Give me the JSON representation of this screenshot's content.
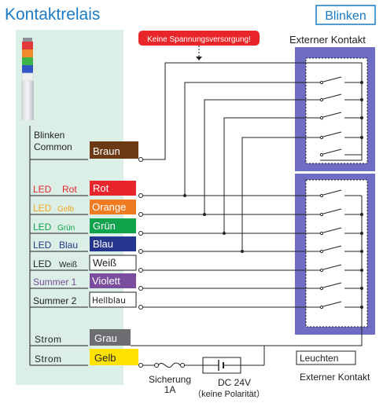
{
  "title": "Kontaktrelais",
  "mode_box": "Blinken",
  "warning": "Keine Spannungsversorgung!",
  "external_contact_top": "Externer Kontakt",
  "external_contact_bottom": "Externer Kontakt",
  "leuchten_box": "Leuchten",
  "left_labels": {
    "blinken": "Blinken",
    "common": "Common",
    "led": "LED",
    "led_rot": "Rot",
    "led_gelb": "Gelb",
    "led_gruen": "Grün",
    "led_blau": "Blau",
    "led_weiss": "Weiß",
    "summer1": "Summer 1",
    "summer2": "Summer 2",
    "strom1": "Strom",
    "strom2": "Strom"
  },
  "wire_tags": {
    "braun": "Braun",
    "rot": "Rot",
    "orange": "Orange",
    "gruen": "Grün",
    "blau": "Blau",
    "weiss": "Weiß",
    "violett": "Violett",
    "hellblau": "Hellblau",
    "grau": "Grau",
    "gelb": "Gelb"
  },
  "fuse_label": "Sicherung",
  "fuse_value": "1A",
  "power_label": "DC 24V",
  "power_note": "（keine Polarität）",
  "colors": {
    "title": "#1a7bc4",
    "panel": "#dcefe6",
    "contact_frame": "#6f6cc4",
    "warning": "#e8262a",
    "braun": "#6b3a14",
    "rot": "#e8242c",
    "orange": "#f07c22",
    "gruen": "#0fa34c",
    "blau": "#25368e",
    "violett": "#7b4d9e",
    "grau": "#6d6e71",
    "gelb": "#ffe200"
  }
}
